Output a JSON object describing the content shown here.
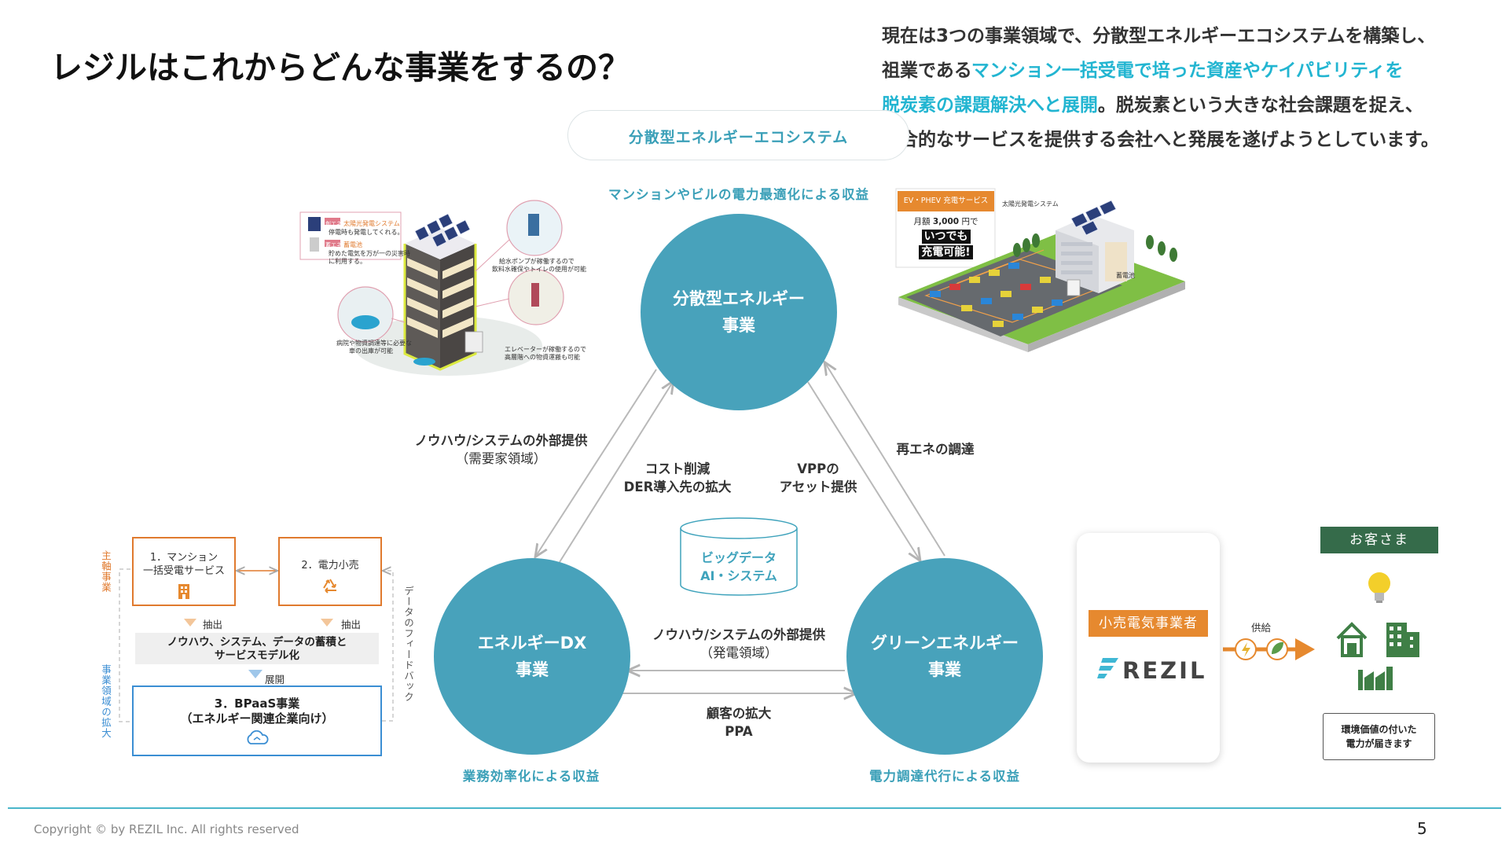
{
  "title": "レジルはこれからどんな事業をするの？",
  "summary": {
    "line1": "現在は3つの事業領域で、分散型エネルギーエコシステムを構築し、",
    "line2_pre": "祖業である",
    "line2_hl": "マンション一括受電で培った資産やケイパビリティを",
    "line3_hl": "脱炭素の課題解決へと展開",
    "line3_post": "。脱炭素という大きな社会課題を捉え、",
    "line4": "総合的なサービスを提供する会社へと発展を遂げようとしています。"
  },
  "ecosystem": {
    "label": "分散型エネルギーエコシステム",
    "top_caption": "マンションやビルの電力最適化による収益",
    "left_caption": "業務効率化による収益",
    "right_caption": "電力調達代行による収益",
    "circles": {
      "top": {
        "line1": "分散型エネルギー",
        "line2": "事業"
      },
      "left": {
        "line1": "エネルギーDX",
        "line2": "事業"
      },
      "right": {
        "line1": "グリーンエネルギー",
        "line2": "事業"
      }
    },
    "links": {
      "know_how_demand_1": "ノウハウ/システムの外部提供",
      "know_how_demand_2": "（需要家領域）",
      "cost_1": "コスト削減",
      "cost_2": "DER導入先の拡大",
      "vpp_1": "VPPの",
      "vpp_2": "アセット提供",
      "renewable": "再エネの調達",
      "know_how_gen_1": "ノウハウ/システムの外部提供",
      "know_how_gen_2": "（発電領域）",
      "customer_1": "顧客の拡大",
      "customer_2": "PPA"
    },
    "bigdata_1": "ビッグデータ",
    "bigdata_2": "AI・システム"
  },
  "left_diagram": {
    "box1_1": "1．マンション",
    "box1_2": "一括受電サービス",
    "box2": "2．電力小売",
    "extract1": "抽出",
    "extract2": "抽出",
    "band_1": "ノウハウ、システム、データの蓄積と",
    "band_2": "サービスモデル化",
    "deploy": "展開",
    "box3_1": "3．BPaaS事業",
    "box3_2": "（エネルギー関連企業向け）",
    "side_main": "主軸事業",
    "side_expand": "事業領域の拡大",
    "side_feedback": "データのフィードバック"
  },
  "building_illust": {
    "tag1": "創エネ",
    "tag1_text": "太陽光発電システム",
    "tag1_sub": "停電時も発電してくれる。",
    "tag2": "蓄エネ",
    "tag2_text": "蓄電池",
    "tag2_sub1": "貯めた電気を万が一の災害時",
    "tag2_sub2": "に利用する。",
    "note1_1": "給水ポンプが稼働するので",
    "note1_2": "飲料水確保やトイレの使用が可能",
    "note2_1": "病院や物資調達等に必要な",
    "note2_2": "車の出庫が可能",
    "note3_1": "エレベーターが稼働するので",
    "note3_2": "高層階への物資運搬も可能"
  },
  "ev_illust": {
    "tag": "EV・PHEV 充電サービス",
    "price_pre": "月額",
    "price": "3,000",
    "price_post": "円で",
    "big1": "いつでも",
    "big2": "充電可能!",
    "solar_label": "太陽光発電システム",
    "battery_label": "蓄電池"
  },
  "right_diagram": {
    "retailer": "小売電気事業者",
    "brand": "REZIL",
    "supply": "供給",
    "customer": "お客さま",
    "env_1": "環境価値の付いた",
    "env_2": "電力が届きます"
  },
  "footer": {
    "copyright": "Copyright © by REZIL Inc. All rights reserved",
    "page": "5"
  },
  "colors": {
    "teal": "#48a2bb",
    "teal_text": "#3ba0b8",
    "highlight": "#22b5d1",
    "orange": "#e6892f",
    "blue": "#3b8ed3",
    "green": "#356b4a"
  }
}
